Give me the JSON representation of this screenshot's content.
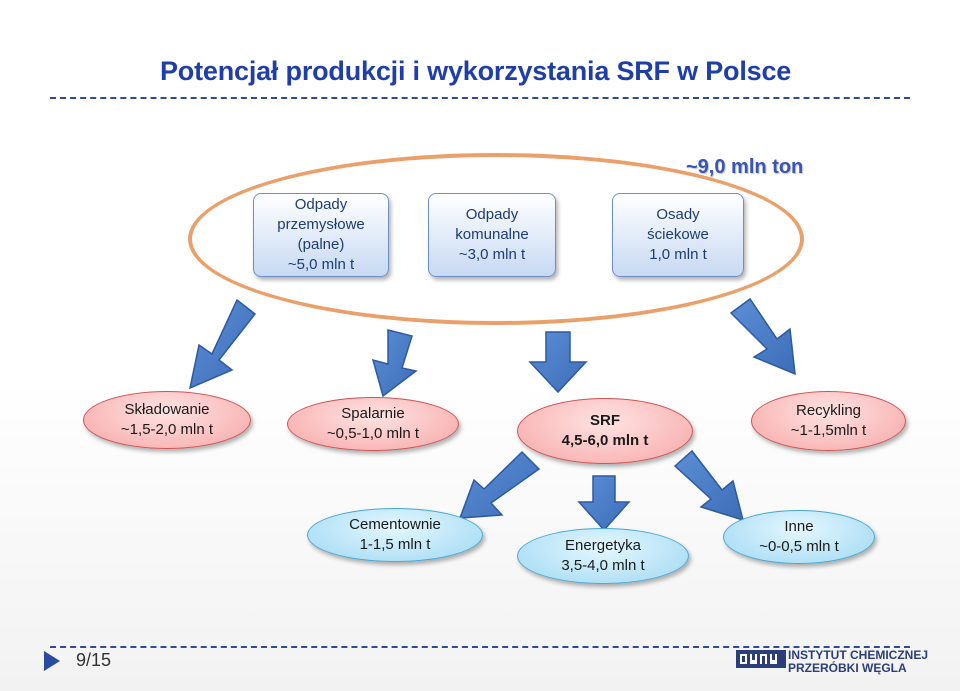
{
  "title": "Potencjał produkcji i wykorzystania SRF w Polsce",
  "total": "~9,0 mln ton",
  "sources": [
    {
      "lines": [
        "Odpady",
        "przemysłowe",
        "(palne)",
        "~5,0 mln t"
      ]
    },
    {
      "lines": [
        "Odpady",
        "komunalne",
        "~3,0 mln t"
      ]
    },
    {
      "lines": [
        "Osady",
        "ściekowe",
        "1,0 mln t"
      ]
    }
  ],
  "destinations": [
    {
      "lines": [
        "Składowanie",
        "~1,5-2,0 mln t"
      ]
    },
    {
      "lines": [
        "Spalarnie",
        "~0,5-1,0 mln t"
      ]
    },
    {
      "lines": [
        "SRF",
        "4,5-6,0 mln t"
      ]
    },
    {
      "lines": [
        "Recykling",
        "~1-1,5mln t"
      ]
    }
  ],
  "srf_uses": [
    {
      "lines": [
        "Cementownie",
        "1-1,5 mln t"
      ]
    },
    {
      "lines": [
        "Energetyka",
        "3,5-4,0 mln t"
      ]
    },
    {
      "lines": [
        "Inne",
        "~0-0,5 mln t"
      ]
    }
  ],
  "footer": {
    "page": "9/15",
    "logo_line1": "INSTYTUT CHEMICZNEJ",
    "logo_line2": "PRZERÓBKI WĘGLA"
  },
  "colors": {
    "title": "#1f3ea8",
    "ellipse": "#eaa06a",
    "arrow": "#4a7cc7",
    "red_node": "#f7a6a6",
    "blue_node": "#9fd8f2"
  }
}
